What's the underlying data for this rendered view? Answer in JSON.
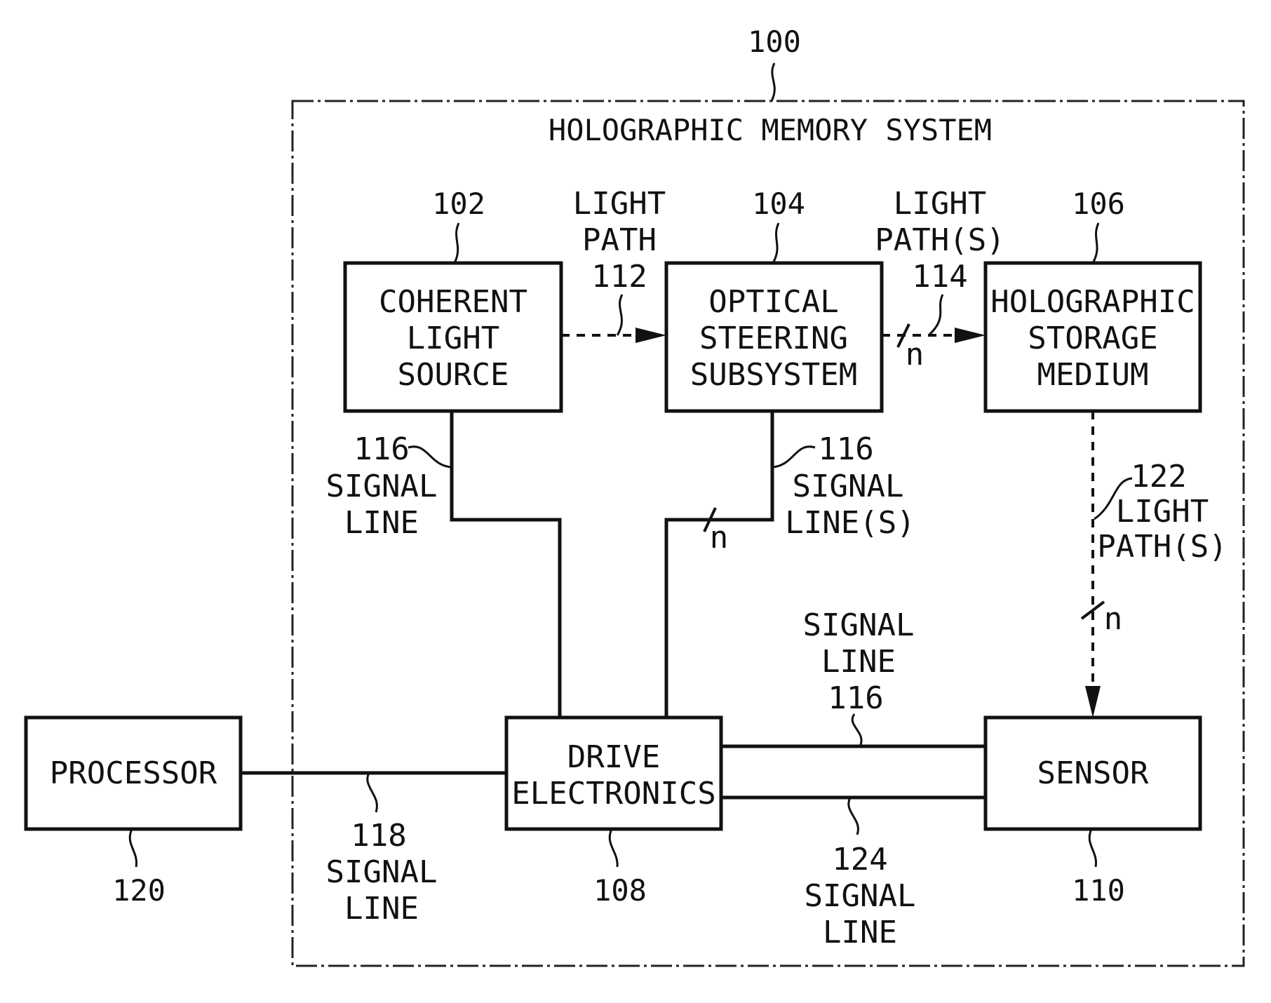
{
  "system": {
    "ref": "100",
    "title": "HOLOGRAPHIC MEMORY SYSTEM"
  },
  "blocks": {
    "coherent_light_source": {
      "ref": "102",
      "lines": [
        "COHERENT",
        "LIGHT",
        "SOURCE"
      ]
    },
    "optical_steering_subsystem": {
      "ref": "104",
      "lines": [
        "OPTICAL",
        "STEERING",
        "SUBSYSTEM"
      ]
    },
    "holographic_storage_medium": {
      "ref": "106",
      "lines": [
        "HOLOGRAPHIC",
        "STORAGE",
        "MEDIUM"
      ]
    },
    "drive_electronics": {
      "ref": "108",
      "lines": [
        "DRIVE",
        "ELECTRONICS"
      ]
    },
    "sensor": {
      "ref": "110",
      "lines": [
        "SENSOR"
      ]
    },
    "processor": {
      "ref": "120",
      "lines": [
        "PROCESSOR"
      ]
    }
  },
  "connections": {
    "light_path_112": {
      "lines": [
        "LIGHT",
        "PATH",
        "112"
      ]
    },
    "light_path_114": {
      "lines": [
        "LIGHT",
        "PATH(S)",
        "114"
      ],
      "bus": "n"
    },
    "light_path_122": {
      "lines": [
        "122",
        "LIGHT",
        "PATH(S)"
      ],
      "bus": "n"
    },
    "signal_line_116_source": {
      "lines": [
        "116",
        "SIGNAL",
        "LINE"
      ]
    },
    "signal_line_116_steering": {
      "lines": [
        "116",
        "SIGNAL",
        "LINE(S)"
      ],
      "bus": "n"
    },
    "signal_line_116_sensor": {
      "lines": [
        "SIGNAL",
        "LINE",
        "116"
      ]
    },
    "signal_line_118": {
      "lines": [
        "118",
        "SIGNAL",
        "LINE"
      ]
    },
    "signal_line_124": {
      "lines": [
        "124",
        "SIGNAL",
        "LINE"
      ]
    }
  }
}
